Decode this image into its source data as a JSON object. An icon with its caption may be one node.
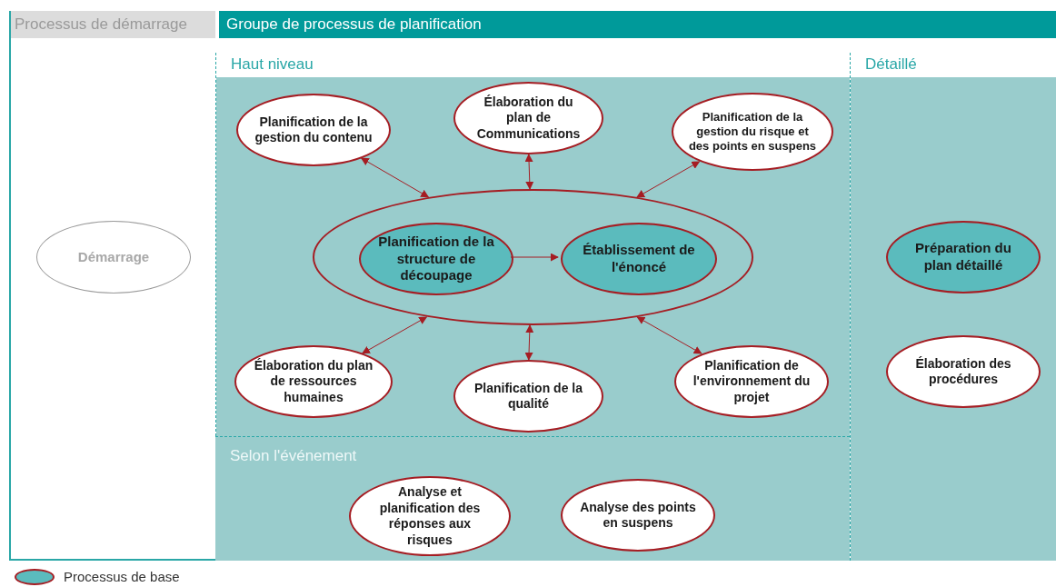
{
  "diagram": {
    "nodes": [
      {
        "text": [
          "Processus de démarrage"
        ]
      },
      {
        "text": [
          "Démarrage"
        ],
        "in": 0
      },
      {
        "text": [
          "Groupe de processus de planification"
        ]
      },
      {
        "text": [
          "Haut niveau"
        ],
        "in": 2
      },
      {
        "text": [
          "Planification de la gestion du contenu"
        ],
        "in": 3
      },
      {
        "text": [
          "Élaboration du plan de Communications"
        ],
        "in": 3
      },
      {
        "text": [
          "Planification de la gestion du risque et des points en suspens"
        ],
        "in": 3
      },
      {
        "text": [],
        "shape": "ellipse",
        "in": 3
      },
      {
        "text": [
          "Planification de la structure de découpage"
        ],
        "in": 7
      },
      {
        "text": [
          "Établissement de l'énoncé"
        ],
        "in": 7
      },
      {
        "text": [
          "Élaboration du plan de ressources humaines"
        ],
        "in": 3
      },
      {
        "text": [
          "Planification de la qualité"
        ],
        "in": 3
      },
      {
        "text": [
          "Planification de l'environnement du projet"
        ],
        "in": 3
      },
      {
        "text": [
          "Selon l'événement"
        ],
        "in": 2
      },
      {
        "text": [
          "Analyse et planification des réponses aux risques"
        ],
        "in": 13
      },
      {
        "text": [
          "Analyse des points en suspens"
        ],
        "in": 13
      },
      {
        "text": [
          "Détaillé"
        ],
        "in": 2
      },
      {
        "text": [
          "Préparation du plan détaillé"
        ],
        "in": 16
      },
      {
        "text": [
          "Élaboration des procédures"
        ],
        "in": 16
      }
    ],
    "edges": [
      {
        "from": 4,
        "to": 7,
        "arrow": "both"
      },
      {
        "from": 5,
        "to": 7,
        "arrow": "both"
      },
      {
        "from": 6,
        "to": 7,
        "arrow": "both"
      },
      {
        "from": 8,
        "to": 9,
        "arrow": "to"
      },
      {
        "from": 10,
        "to": 7,
        "arrow": "both"
      },
      {
        "from": 11,
        "to": 7,
        "arrow": "both"
      },
      {
        "from": 12,
        "to": 7,
        "arrow": "both"
      }
    ],
    "legend": [
      {
        "text": "Processus de base",
        "color": "#5bbbbd"
      }
    ]
  }
}
